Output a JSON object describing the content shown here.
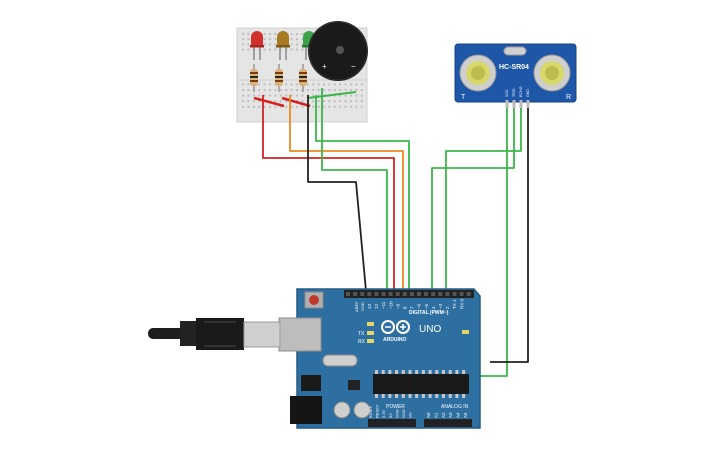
{
  "sensor": {
    "model": "HC-SR04",
    "corner_left": "T",
    "corner_right": "R",
    "pins": [
      "VCC",
      "TRIG",
      "ECHO",
      "GND"
    ]
  },
  "arduino": {
    "logo": "ARDUINO",
    "model": "UNO",
    "digital_label": "DIGITAL (PWM~)",
    "analog_label": "ANALOG IN",
    "power_label": "POWER",
    "aref": "AREF",
    "gnd": "GND",
    "tx": "TX",
    "rx": "RX",
    "digital_pins": [
      "13",
      "12",
      "~11",
      "~10",
      "~9",
      "8",
      "7",
      "~6",
      "~5",
      "4",
      "~3",
      "2",
      "TX 1",
      "RX 0"
    ],
    "power_pins": [
      "IOREF",
      "RESET",
      "3.3V",
      "5V",
      "GND",
      "GND",
      "Vin"
    ],
    "analog_pins": [
      "A0",
      "A1",
      "A2",
      "A3",
      "A4",
      "A5"
    ]
  },
  "buzzer": {
    "plus": "+",
    "minus": "−"
  },
  "colors": {
    "wire_red": "#d42222",
    "wire_orange": "#e98a1c",
    "wire_green": "#3ab64a",
    "wire_black": "#222222",
    "board_blue": "#2e6fa1",
    "sensor_blue": "#1f57a8",
    "led_red": "#d0312d",
    "led_amber": "#a87a22",
    "led_green": "#3aa34a"
  }
}
